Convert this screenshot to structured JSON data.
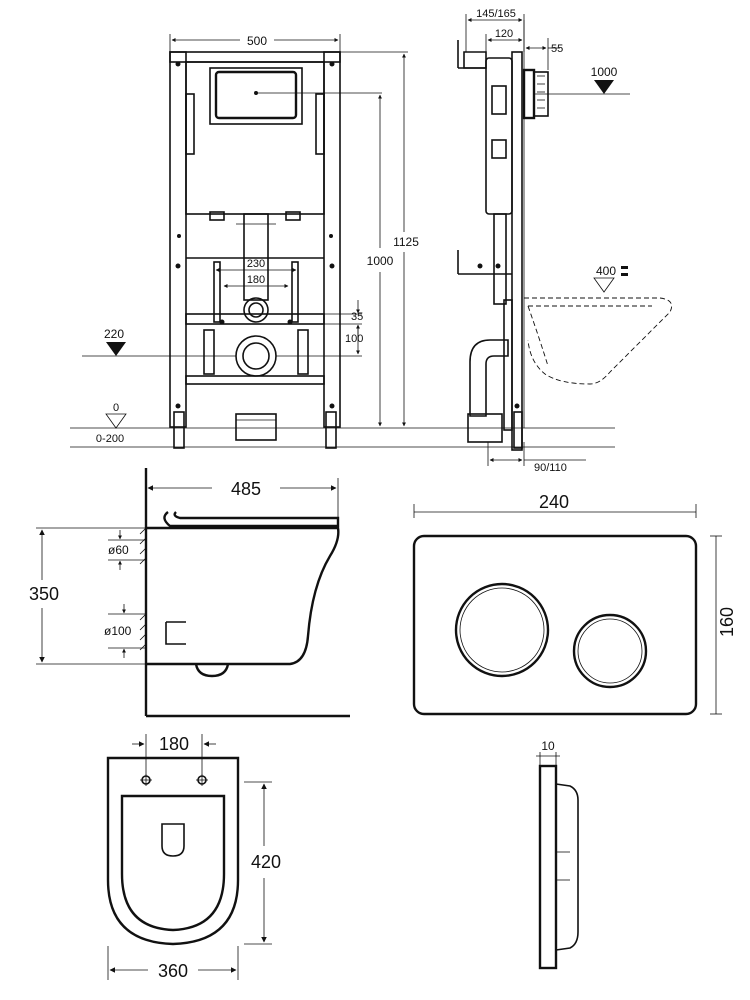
{
  "frame_front": {
    "width": "500",
    "height_total": "1125",
    "height_flush": "1000",
    "pipe_spacing_outer": "230",
    "pipe_spacing_inner": "180",
    "offset_small": "35",
    "offset_drain": "100",
    "drain_height": "220",
    "floor_level": "0",
    "floor_range": "0-200"
  },
  "frame_side": {
    "depth": "145/165",
    "depth_inner": "120",
    "plate_offset": "55",
    "level_1000": "1000",
    "level_400": "400",
    "bottom_offset": "90/110"
  },
  "toilet_side": {
    "length": "485",
    "height": "350",
    "inlet_diameter": "ø60",
    "outlet_diameter": "ø100"
  },
  "flush_plate": {
    "width": "240",
    "height": "160",
    "thickness": "10"
  },
  "toilet_top": {
    "bolt_spacing": "180",
    "length": "420",
    "width": "360"
  }
}
